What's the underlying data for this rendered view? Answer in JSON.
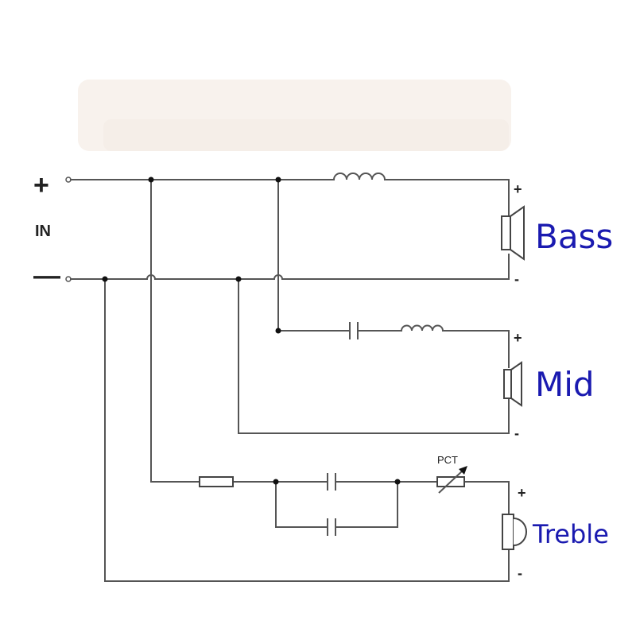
{
  "input": {
    "plus": "+",
    "minus": "—",
    "label": "IN"
  },
  "speakers": {
    "bass": {
      "label": "Bass",
      "plus": "+",
      "minus": "-"
    },
    "mid": {
      "label": "Mid",
      "plus": "+",
      "minus": "-"
    },
    "treble": {
      "label": "Treble",
      "plus": "+",
      "minus": "-"
    }
  },
  "components": {
    "ptc_label": "PCT"
  },
  "colors": {
    "wire": "#555555",
    "label_blue": "#1a1ab0",
    "smudge": "#f6efe9"
  }
}
